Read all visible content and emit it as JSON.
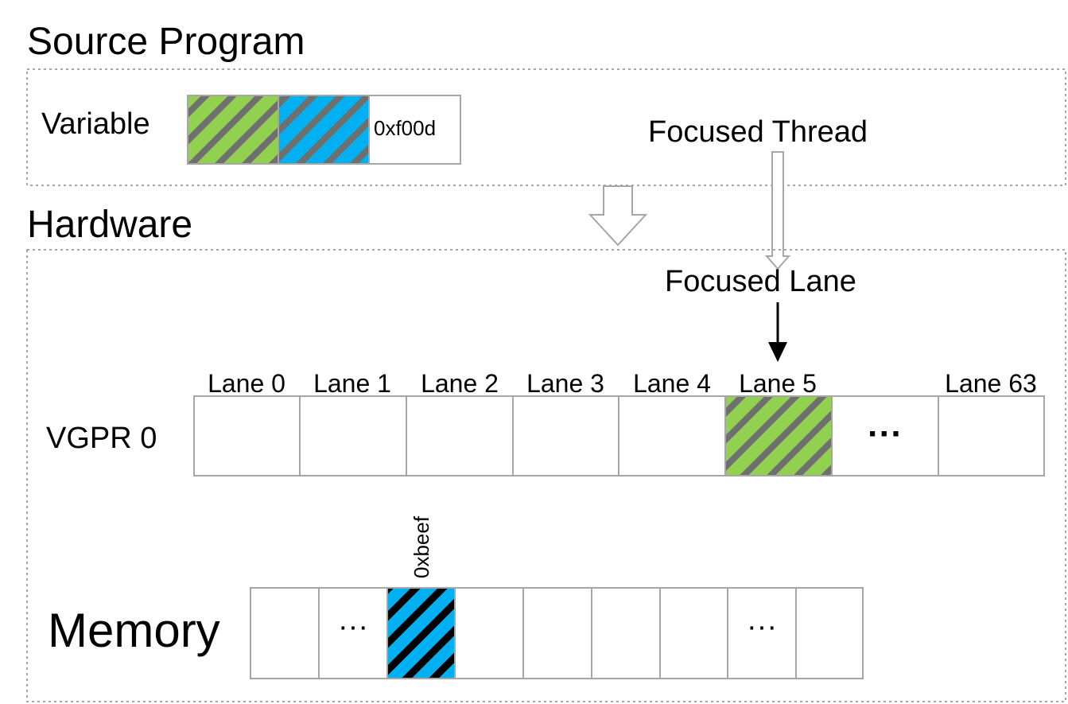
{
  "colors": {
    "green": "#92d050",
    "blue": "#00b0f0",
    "stripe_gray": "#6f6f6f",
    "stripe_black": "#000000",
    "border": "#a6a6a6"
  },
  "source_program": {
    "title": "Source Program",
    "variable_label": "Variable",
    "variable_value": "0xf00d",
    "focused_thread_label": "Focused Thread"
  },
  "hardware": {
    "title": "Hardware",
    "focused_lane_label": "Focused Lane",
    "register_label": "VGPR 0",
    "lanes": [
      "Lane 0",
      "Lane 1",
      "Lane 2",
      "Lane 3",
      "Lane 4",
      "Lane 5",
      "",
      "Lane 63"
    ],
    "register_ellipsis": "···",
    "memory_label": "Memory",
    "memory_address": "0xbeef",
    "memory_ellipsis_1": "···",
    "memory_ellipsis_2": "···"
  }
}
